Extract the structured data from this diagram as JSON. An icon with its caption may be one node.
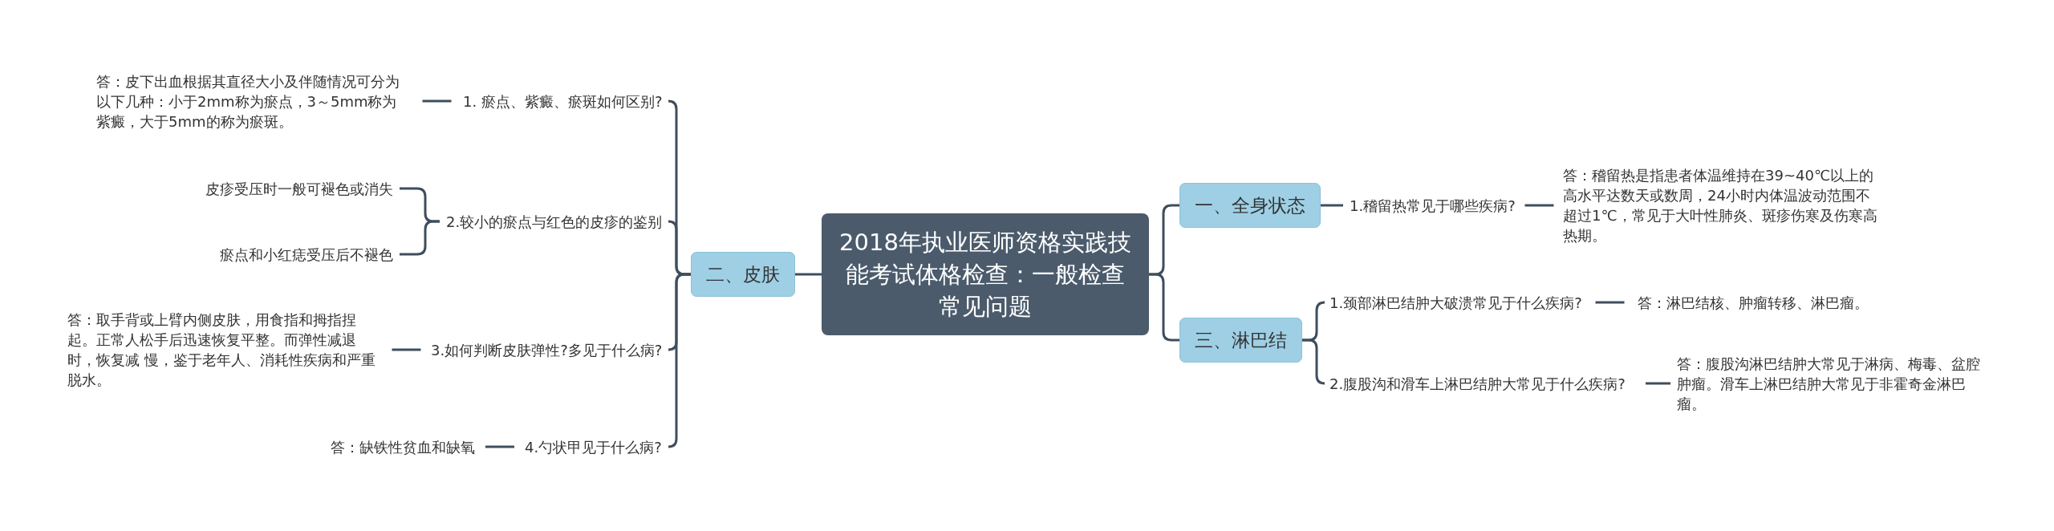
{
  "diagram": {
    "nodes": [
      {
        "text": [
          "2018年执业医师资格实践技能考试体格检查：一般检查常见问题"
        ]
      },
      {
        "text": [
          "二、皮肤"
        ]
      },
      {
        "text": [
          "1. 瘀点、紫癜、瘀斑如何区别?"
        ]
      },
      {
        "text": [
          "答：皮下出血根据其直径大小及伴随情况可分为以下几种：小于2mm称为瘀点，3～5mm称为紫癜，大于5mm的称为瘀斑。"
        ]
      },
      {
        "text": [
          "2.较小的瘀点与红色的皮疹的鉴别"
        ]
      },
      {
        "text": [
          "皮疹受压时一般可褪色或消失"
        ]
      },
      {
        "text": [
          "瘀点和小红痣受压后不褪色"
        ]
      },
      {
        "text": [
          "3.如何判断皮肤弹性?多见于什么病?"
        ]
      },
      {
        "text": [
          "答：取手背或上臂内侧皮肤，用食指和拇指捏起。正常人松手后迅速恢复平整。而弹性减退时，恢复减 慢，鉴于老年人、消耗性疾病和严重脱水。"
        ]
      },
      {
        "text": [
          "4.勺状甲见于什么病?"
        ]
      },
      {
        "text": [
          "答：缺铁性贫血和缺氧"
        ]
      },
      {
        "text": [
          "一、全身状态"
        ]
      },
      {
        "text": [
          "1.稽留热常见于哪些疾病?"
        ]
      },
      {
        "text": [
          "答：稽留热是指患者体温维持在39~40℃以上的高水平达数天或数周，24小时内体温波动范围不超过1℃，常见于大叶性肺炎、斑疹伤寒及伤寒高热期。"
        ]
      },
      {
        "text": [
          "三、淋巴结"
        ]
      },
      {
        "text": [
          "1.颈部淋巴结肿大破溃常见于什么疾病?"
        ]
      },
      {
        "text": [
          "答：淋巴结核、肿瘤转移、淋巴瘤。"
        ]
      },
      {
        "text": [
          "2.腹股沟和滑车上淋巴结肿大常见于什么疾病?"
        ]
      },
      {
        "text": [
          "答：腹股沟淋巴结肿大常见于淋病、梅毒、盆腔肿瘤。滑车上淋巴结肿大常见于非霍奇金淋巴瘤。"
        ]
      }
    ],
    "edges": [
      {
        "from": 0,
        "to": 1,
        "arrow": "none"
      },
      {
        "from": 1,
        "to": 2,
        "arrow": "none"
      },
      {
        "from": 2,
        "to": 3,
        "arrow": "none"
      },
      {
        "from": 1,
        "to": 4,
        "arrow": "none"
      },
      {
        "from": 4,
        "to": 5,
        "arrow": "none"
      },
      {
        "from": 4,
        "to": 6,
        "arrow": "none"
      },
      {
        "from": 1,
        "to": 7,
        "arrow": "none"
      },
      {
        "from": 7,
        "to": 8,
        "arrow": "none"
      },
      {
        "from": 1,
        "to": 9,
        "arrow": "none"
      },
      {
        "from": 9,
        "to": 10,
        "arrow": "none"
      },
      {
        "from": 0,
        "to": 11,
        "arrow": "none"
      },
      {
        "from": 11,
        "to": 12,
        "arrow": "none"
      },
      {
        "from": 12,
        "to": 13,
        "arrow": "none"
      },
      {
        "from": 0,
        "to": 14,
        "arrow": "none"
      },
      {
        "from": 14,
        "to": 15,
        "arrow": "none"
      },
      {
        "from": 15,
        "to": 16,
        "arrow": "none"
      },
      {
        "from": 14,
        "to": 17,
        "arrow": "none"
      },
      {
        "from": 17,
        "to": 18,
        "arrow": "none"
      }
    ]
  }
}
